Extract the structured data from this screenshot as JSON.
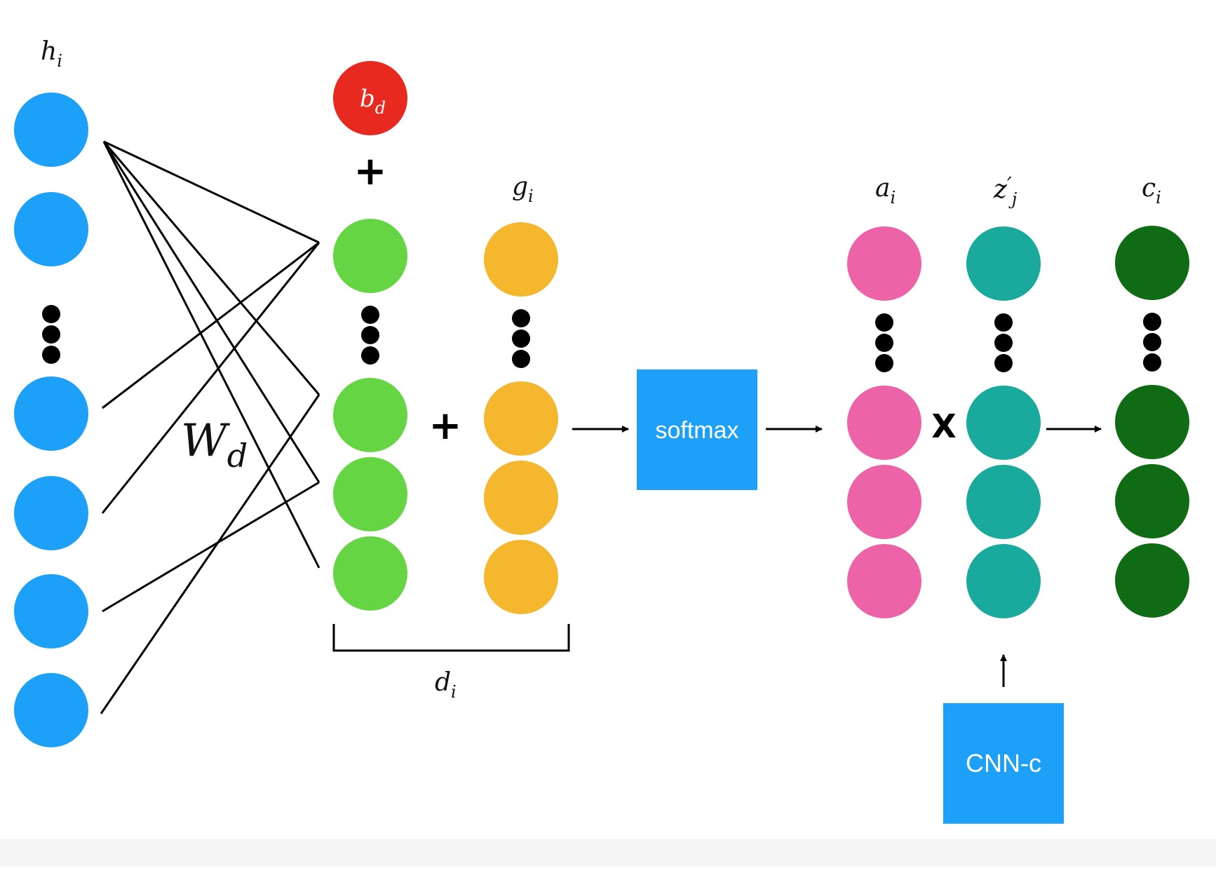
{
  "labels": {
    "h": {
      "base": "h",
      "sub": "i"
    },
    "b": {
      "base": "b",
      "sub": "d"
    },
    "g": {
      "base": "g",
      "sub": "i"
    },
    "a": {
      "base": "a",
      "sub": "i"
    },
    "z": {
      "base": "z",
      "prime": "′",
      "sub": "j"
    },
    "c": {
      "base": "c",
      "sub": "i"
    },
    "W": {
      "base": "W",
      "sub": "d"
    },
    "d": {
      "base": "d",
      "sub": "i"
    }
  },
  "operators": {
    "plus_top": "+",
    "plus_mid": "+",
    "times": "X"
  },
  "boxes": {
    "softmax": "softmax",
    "cnn": "CNN-c"
  },
  "colors": {
    "h_nodes": "#1DA1F8",
    "b_node": "#E8291F",
    "d_nodes": "#66D544",
    "g_nodes": "#F5B72E",
    "a_nodes": "#EC63A7",
    "z_nodes": "#19A99D",
    "c_nodes": "#0F6C14",
    "boxes": "#1DA1F8",
    "lines": "#000000"
  }
}
